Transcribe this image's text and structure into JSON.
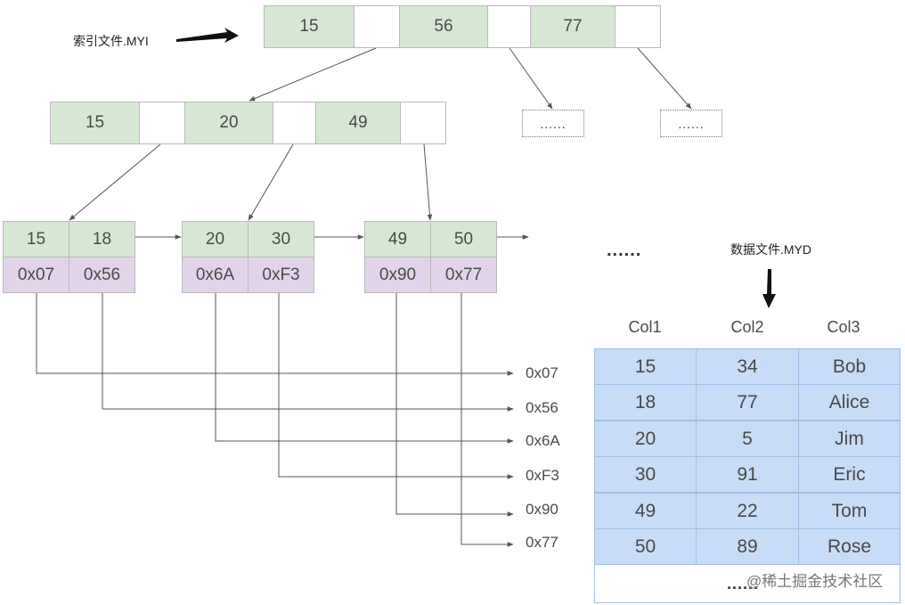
{
  "index_file_label": "索引文件.MYI",
  "data_file_label": "数据文件.MYD",
  "root_node": {
    "keys": [
      "15",
      "56",
      "77"
    ]
  },
  "level2_node": {
    "keys": [
      "15",
      "20",
      "49"
    ]
  },
  "placeholder_nodes": [
    "......",
    "......"
  ],
  "leaf_nodes": [
    {
      "keys": [
        "15",
        "18"
      ],
      "addrs": [
        "0x07",
        "0x56"
      ]
    },
    {
      "keys": [
        "20",
        "30"
      ],
      "addrs": [
        "0x6A",
        "0xF3"
      ]
    },
    {
      "keys": [
        "49",
        "50"
      ],
      "addrs": [
        "0x90",
        "0x77"
      ]
    }
  ],
  "leaf_ellipsis": "......",
  "address_labels": [
    "0x07",
    "0x56",
    "0x6A",
    "0xF3",
    "0x90",
    "0x77"
  ],
  "table": {
    "columns": [
      "Col1",
      "Col2",
      "Col3"
    ],
    "rows": [
      [
        "15",
        "34",
        "Bob"
      ],
      [
        "18",
        "77",
        "Alice"
      ],
      [
        "20",
        "5",
        "Jim"
      ],
      [
        "30",
        "91",
        "Eric"
      ],
      [
        "49",
        "22",
        "Tom"
      ],
      [
        "50",
        "89",
        "Rose"
      ]
    ],
    "footer": "......"
  },
  "watermark": "@稀土掘金技术社区",
  "colors": {
    "key_fill": "#d6e8d4",
    "addr_fill": "#e1d4ea",
    "table_fill": "#c7dcf6"
  }
}
